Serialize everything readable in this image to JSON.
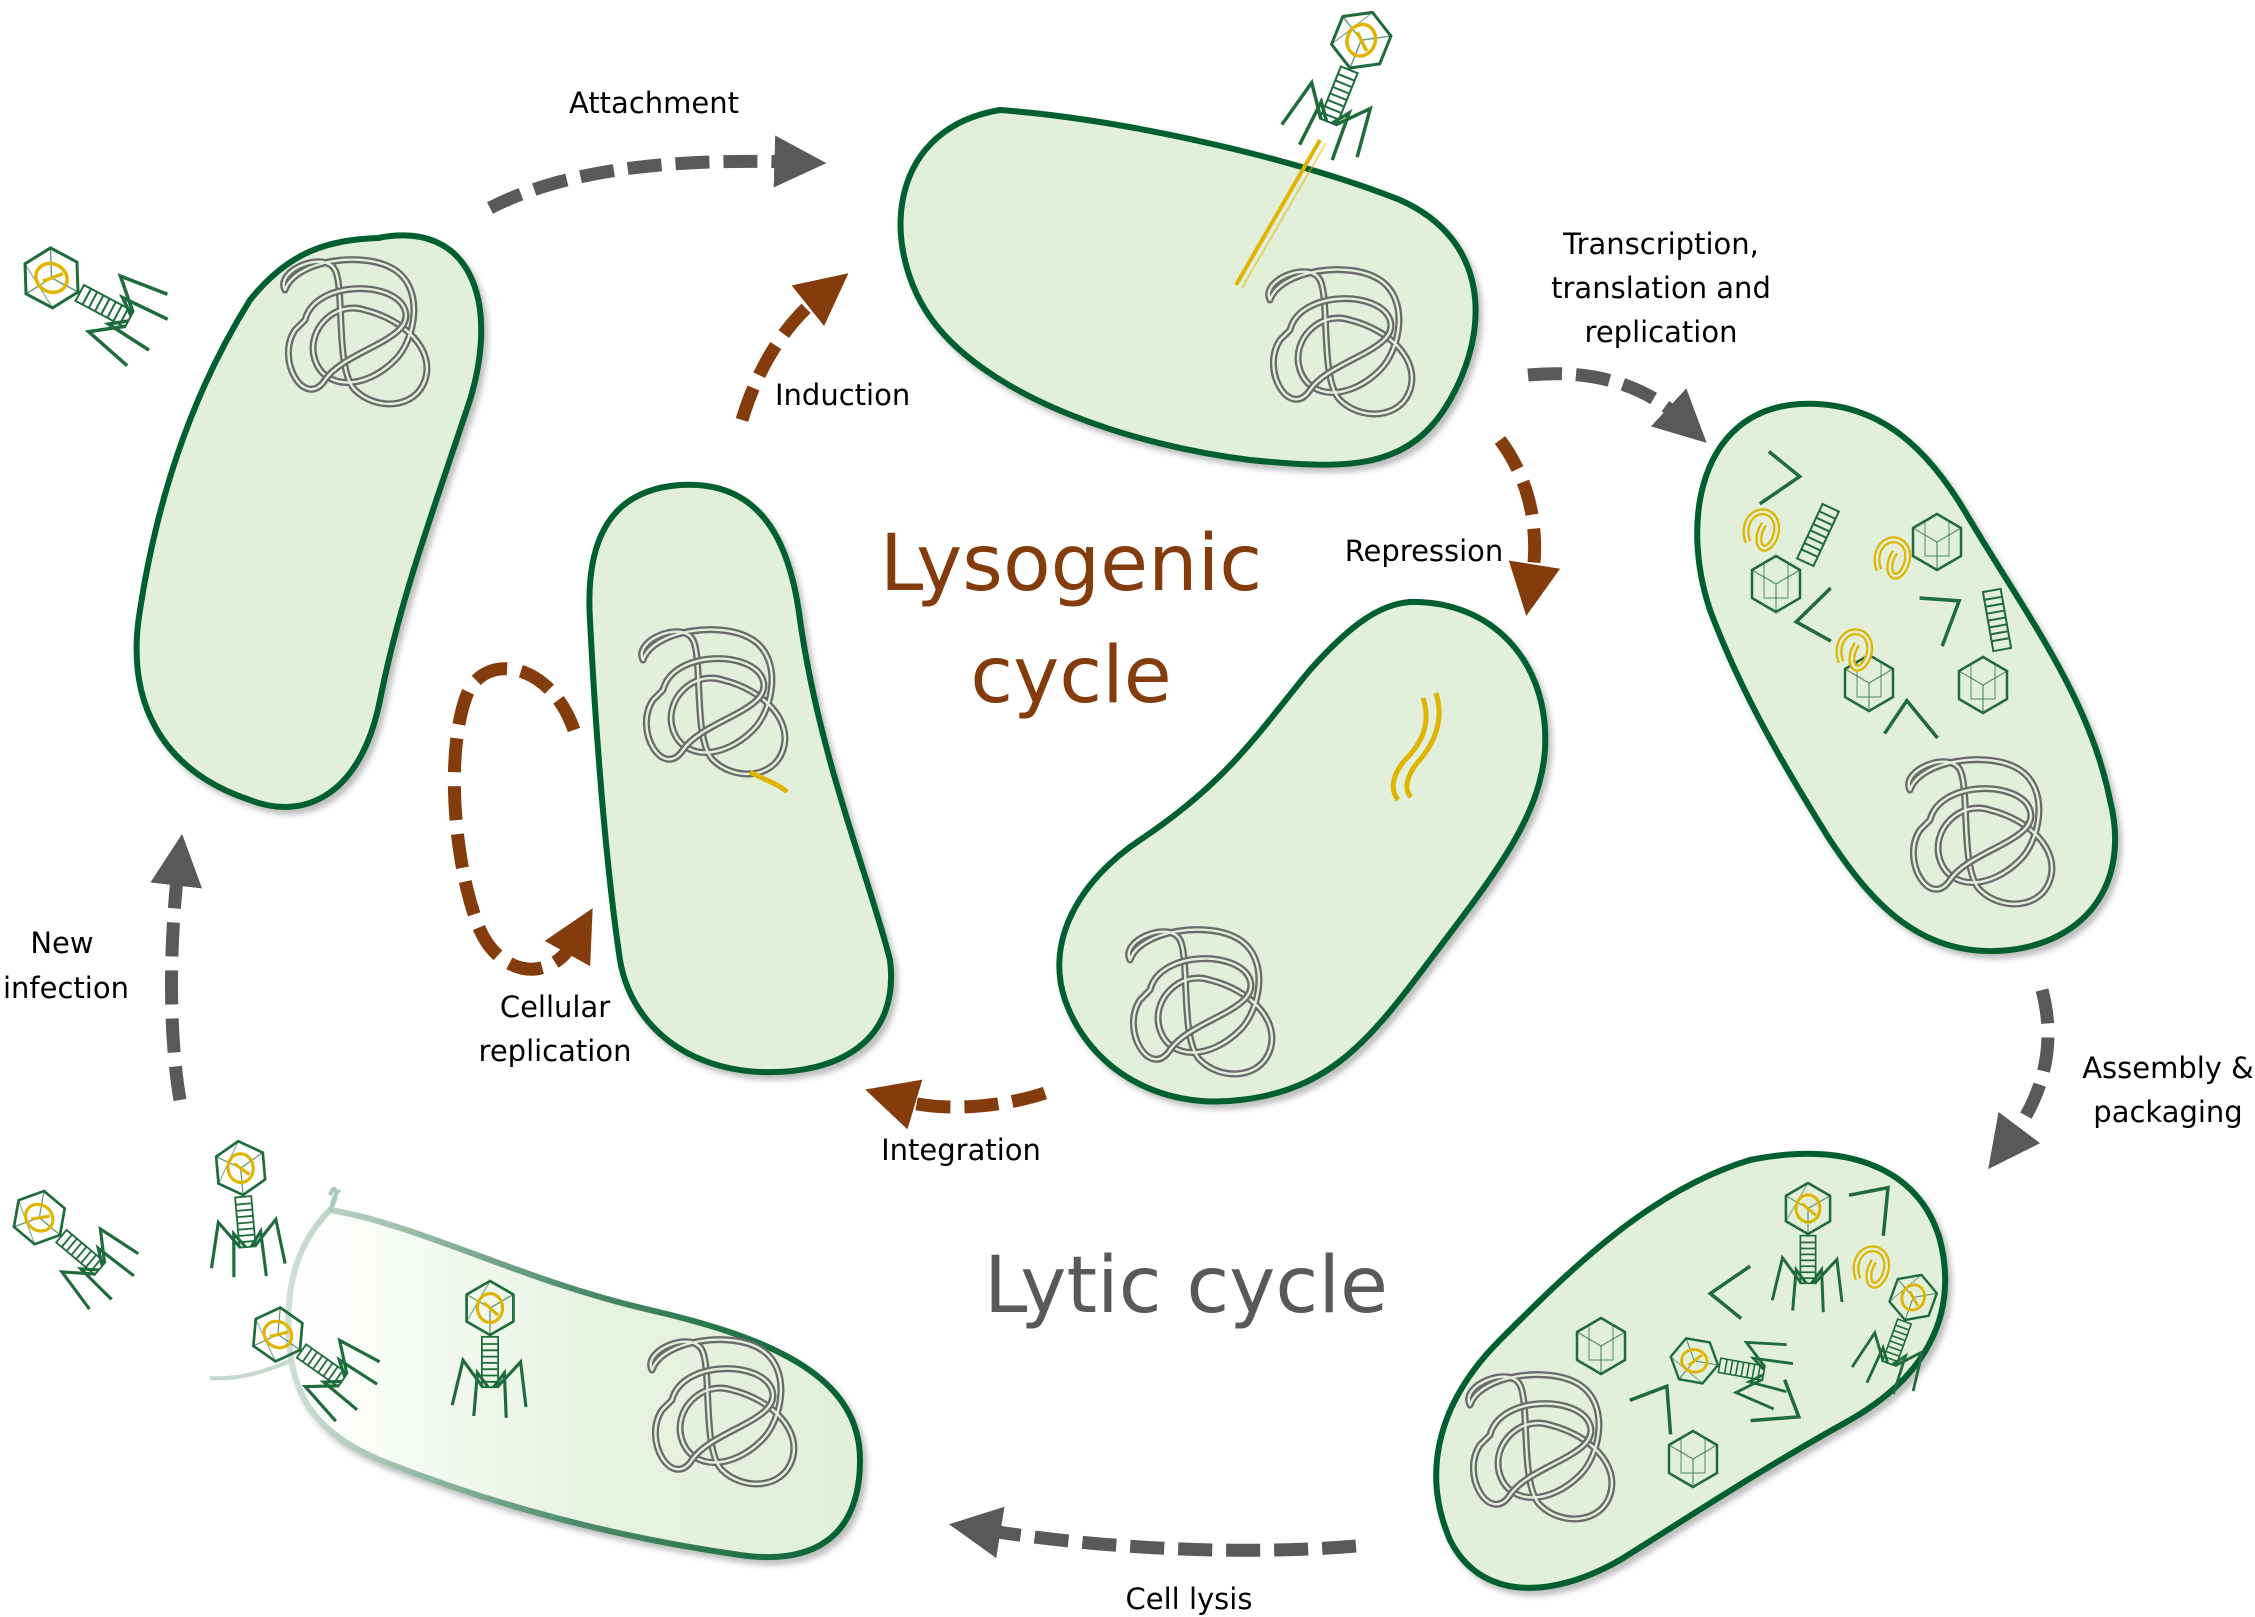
{
  "figure": {
    "title": "Bacteriophage lytic and lysogenic cycles"
  },
  "colors": {
    "cell_fill": "#e2efda",
    "cell_border": "#005f2e",
    "lytic_arrow": "#595959",
    "lysogenic_arrow": "#843c0c",
    "lysogenic_title": "#843c0c",
    "lytic_title": "#595959",
    "phage_green": "#1e6b3c",
    "phage_dna": "#e0b400",
    "chromosome": "#6a6a6a"
  },
  "cycles": {
    "lysogenic": {
      "line1": "Lysogenic",
      "line2": "cycle"
    },
    "lytic": {
      "label": "Lytic cycle"
    }
  },
  "steps": {
    "attachment": {
      "label": "Attachment",
      "cycle": "lytic"
    },
    "transcription": {
      "line1": "Transcription,",
      "line2": "translation and",
      "line3": "replication",
      "cycle": "lytic"
    },
    "assembly": {
      "line1": "Assembly &",
      "line2": "packaging",
      "cycle": "lytic"
    },
    "cell_lysis": {
      "label": "Cell lysis",
      "cycle": "lytic"
    },
    "new_infection": {
      "line1": "New",
      "line2": "infection",
      "cycle": "lytic"
    },
    "induction": {
      "label": "Induction",
      "cycle": "lysogenic"
    },
    "repression": {
      "label": "Repression",
      "cycle": "lysogenic"
    },
    "integration": {
      "label": "Integration",
      "cycle": "lysogenic"
    },
    "cellular_replication": {
      "line1": "Cellular",
      "line2": "replication",
      "cycle": "lysogenic"
    }
  },
  "icons": {
    "phage": "bacteriophage-icon",
    "cell": "bacterium-cell-icon",
    "chromosome": "bacterial-chromosome-icon",
    "phage_dna": "phage-dna-icon",
    "capsid": "capsid-icon",
    "tail": "phage-tail-icon",
    "tail_fiber": "tail-fiber-icon"
  }
}
